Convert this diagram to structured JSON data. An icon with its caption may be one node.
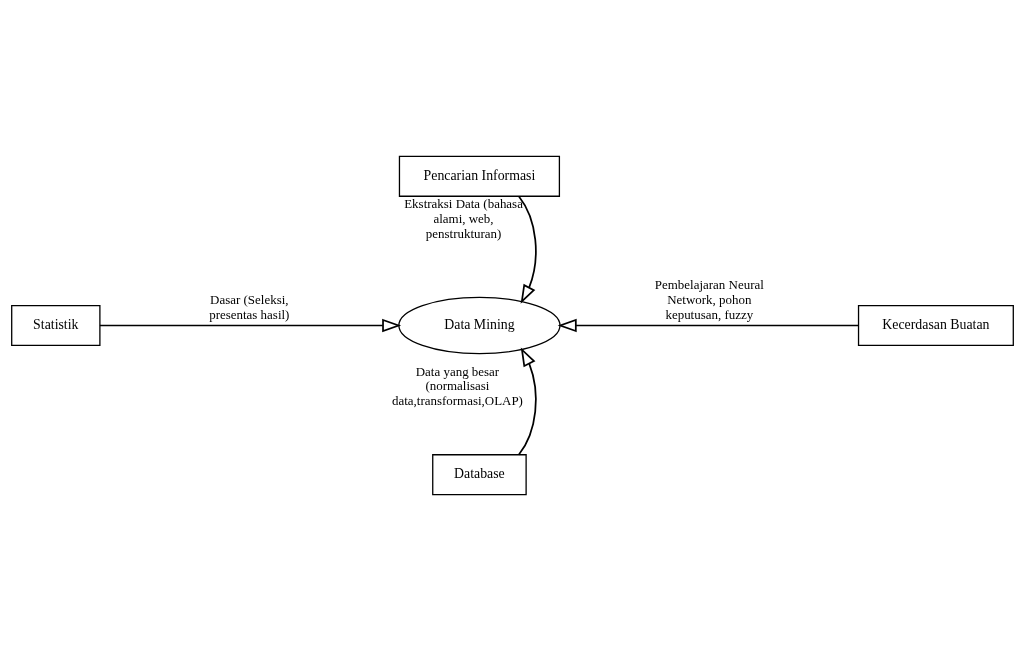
{
  "diagram": {
    "nodes": [
      {
        "text": [
          "Pencarian Informasi"
        ]
      },
      {
        "text": [
          "Statistik"
        ]
      },
      {
        "text": [
          "Data Mining"
        ]
      },
      {
        "text": [
          "Kecerdasan Buatan"
        ]
      },
      {
        "text": [
          "Database"
        ]
      }
    ],
    "edges": [
      {
        "from": 0,
        "to": 2,
        "arrow": "to",
        "label": "Ekstraksi Data (bahasa alami, web, penstrukturan)"
      },
      {
        "from": 1,
        "to": 2,
        "arrow": "to",
        "label": "Dasar (Seleksi, presentas hasil)"
      },
      {
        "from": 3,
        "to": 2,
        "arrow": "to",
        "label": "Pembelajaran Neural Network, pohon keputusan, fuzzy"
      },
      {
        "from": 4,
        "to": 2,
        "arrow": "to",
        "label": "Data yang besar (normalisasi data,transformasi,OLAP)"
      }
    ]
  }
}
